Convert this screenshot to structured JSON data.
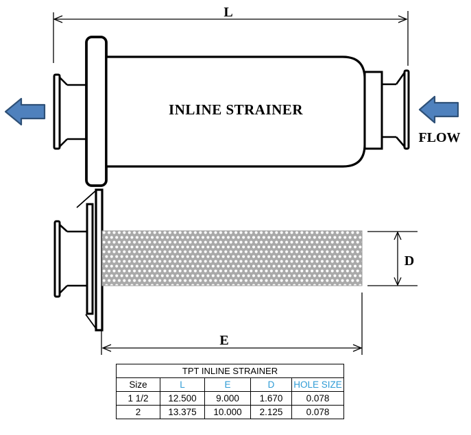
{
  "diagram": {
    "dim_l_label": "L",
    "dim_e_label": "E",
    "dim_d_label": "D",
    "flow_label": "FLOW",
    "body_label": "INLINE STRAINER",
    "colors": {
      "arrow_fill": "#4F81BD",
      "arrow_stroke": "#2E5077",
      "line": "#000000",
      "mesh_bg": "#A9A9A9",
      "mesh_dot": "#FFFFFF"
    }
  },
  "table": {
    "title": "TPT INLINE STRAINER",
    "header_blue": "#2E9BD5",
    "columns": [
      "Size",
      "L",
      "E",
      "D",
      "HOLE SIZE"
    ],
    "rows": [
      [
        "1 1/2",
        "12.500",
        "9.000",
        "1.670",
        "0.078"
      ],
      [
        "2",
        "13.375",
        "10.000",
        "2.125",
        "0.078"
      ]
    ]
  }
}
